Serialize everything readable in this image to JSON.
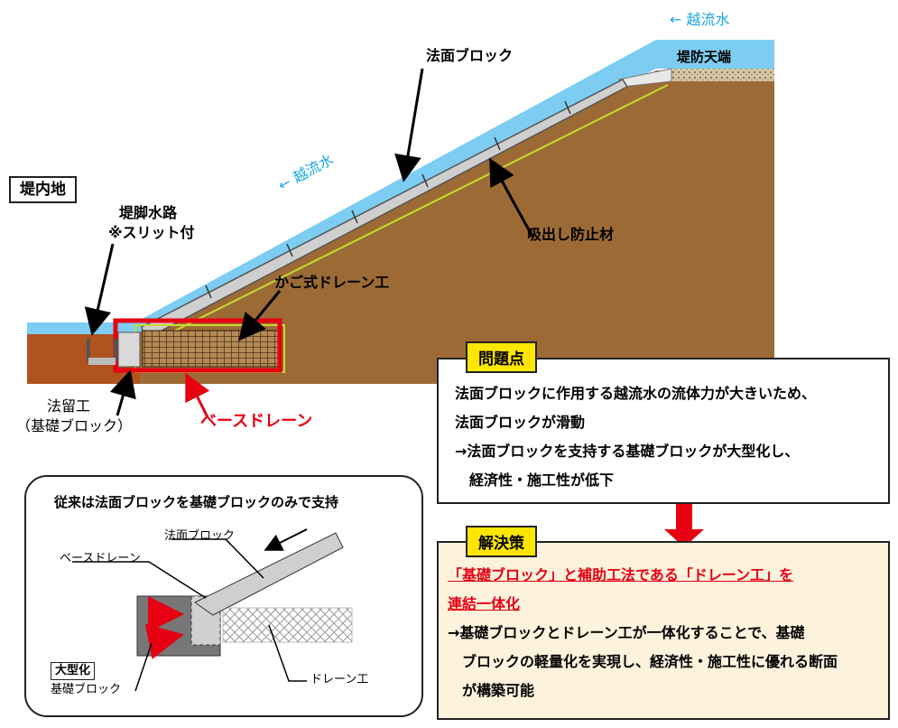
{
  "labels": {
    "teinaichi": "堤内地",
    "overflow_top": "← 越流水",
    "overflow_mid": "← 越流水",
    "crest": "堤防天端",
    "slope_block": "法面ブロック",
    "anti_suction": "吸出し防止材",
    "basket_drain": "かご式ドレーン工",
    "toe_channel_1": "堤脚水路",
    "toe_channel_2": "※スリット付",
    "toe_block_1": "法留工",
    "toe_block_2": "（基礎ブロック）",
    "base_drain": "ベースドレーン"
  },
  "problem": {
    "tag": "問題点",
    "lines": [
      "法面ブロックに作用する越流水の流体力が大きいため、",
      "法面ブロックが滑動",
      "→法面ブロックを支持する基礎ブロックが大型化し、",
      "　経済性・施工性が低下"
    ]
  },
  "solution": {
    "tag": "解決策",
    "red_lines": [
      "「基礎ブロック」と補助工法である「ドレーン工」を",
      "連結一体化"
    ],
    "lines": [
      "→基礎ブロックとドレーン工が一体化することで、基礎",
      "　ブロックの軽量化を実現し、経済性・施工性に優れる断面",
      "　が構築可能"
    ]
  },
  "inset": {
    "title": "従来は法面ブロックを基礎ブロックのみで支持",
    "slope_block": "法面ブロック",
    "base_drain": "ベースドレーン",
    "enlarge": "大型化",
    "foundation_block": "基礎ブロック",
    "drain": "ドレーン工"
  },
  "colors": {
    "water": "#7ccdf1",
    "soil": "#9c6b35",
    "soil_dark": "#b0531f",
    "accent_red": "#e60012",
    "tag_yellow": "#ffe600",
    "solution_bg": "#fdf2dc",
    "grass": "#c8d92e"
  }
}
